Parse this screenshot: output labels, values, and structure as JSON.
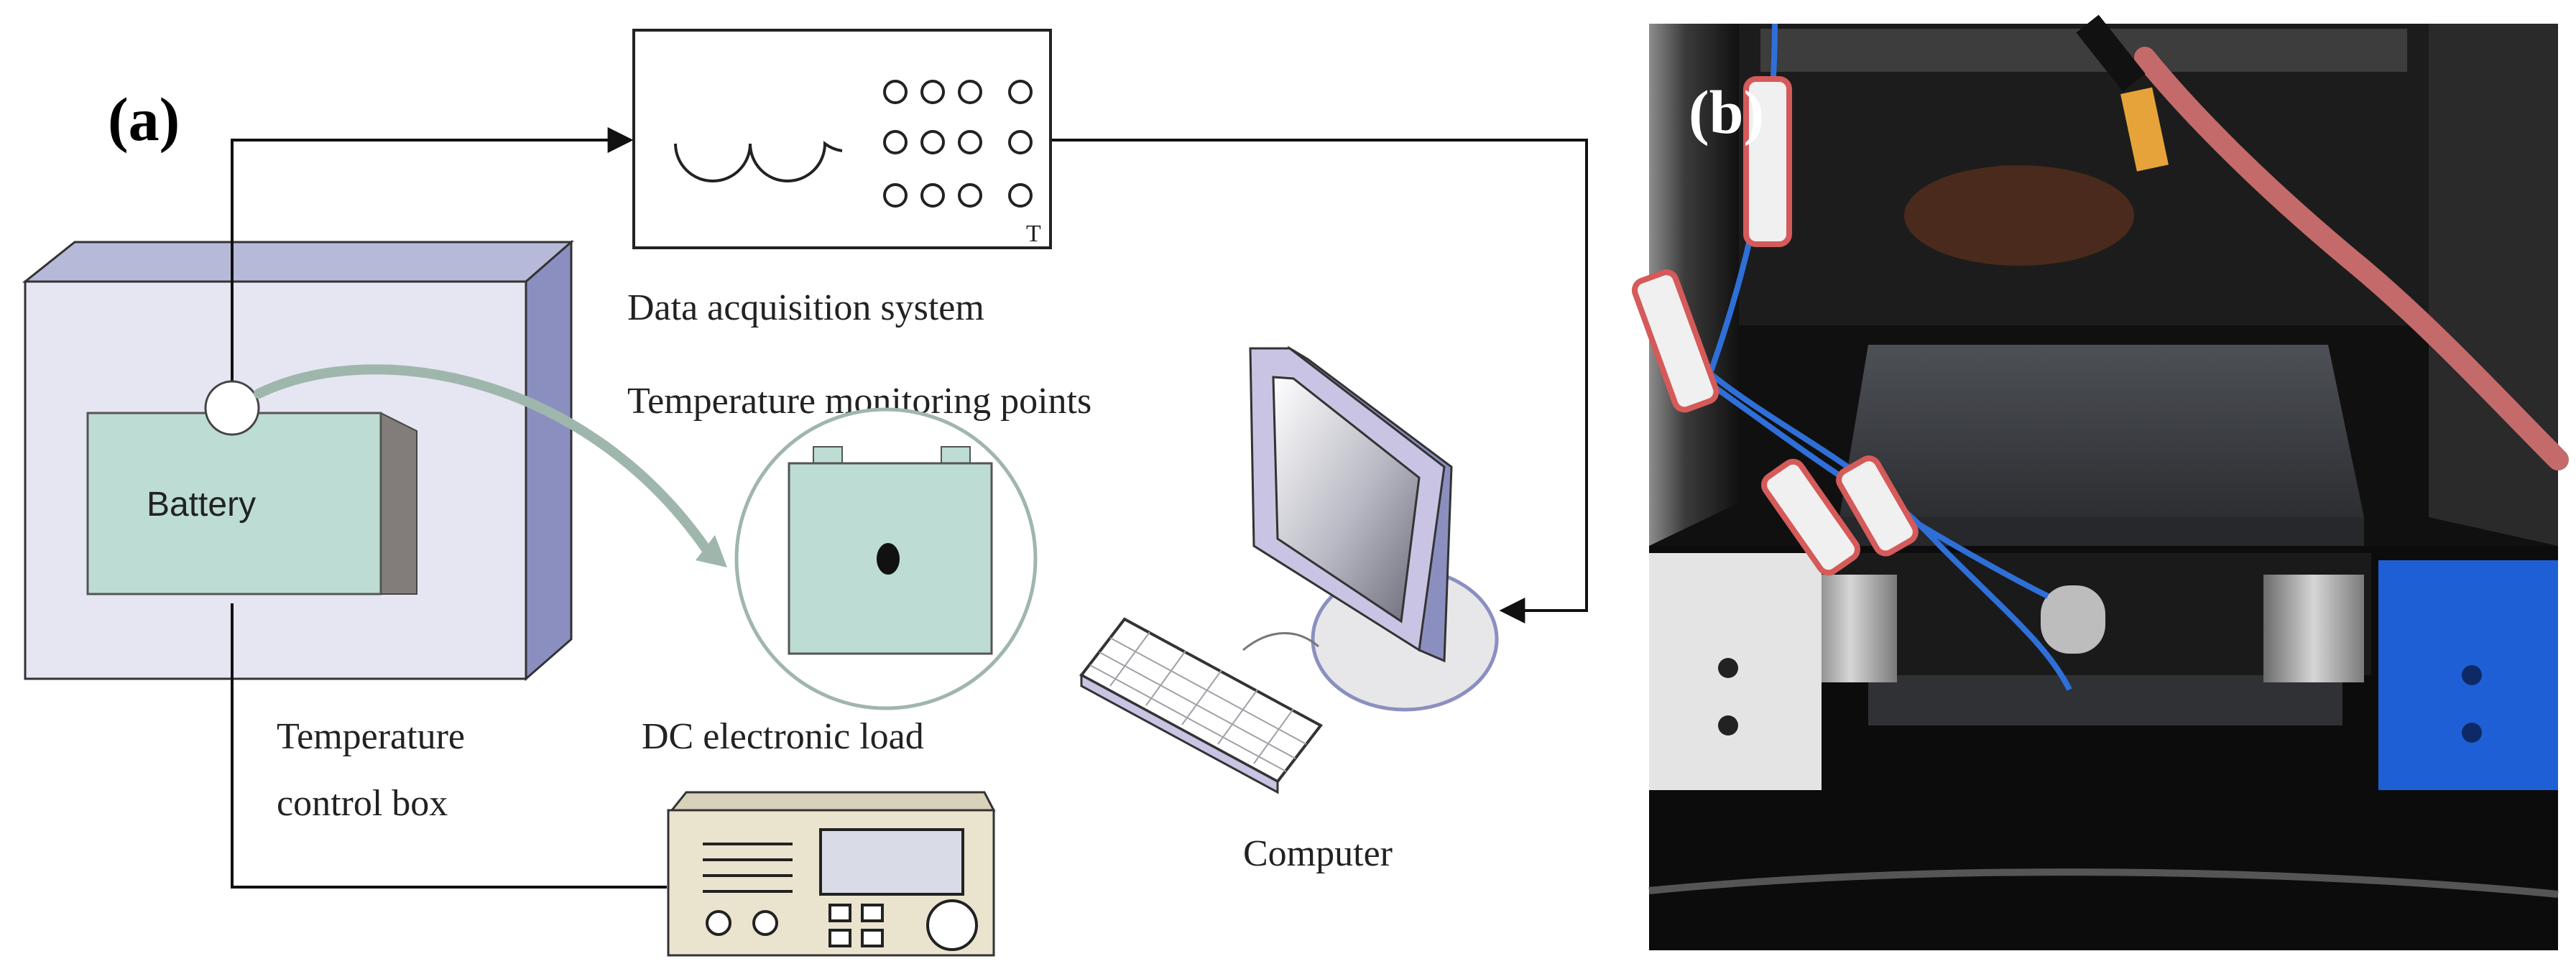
{
  "panel_a": {
    "label": "(a)",
    "battery_label": "Battery",
    "data_acquisition_label": "Data acquisition system",
    "data_acquisition_terminal": "T",
    "monitoring_points_label": "Temperature monitoring points",
    "control_box_label_line1": "Temperature",
    "control_box_label_line2": "control box",
    "dc_load_label": "DC electronic load",
    "computer_label": "Computer"
  },
  "panel_b": {
    "label": "(b)"
  },
  "colors": {
    "box_front": "#e6e6f2",
    "box_side": "#8b8fc0",
    "battery_fill": "#bddcd3",
    "monitor_frame": "#c9c4e3",
    "load_device": "#eae4cf",
    "photo_background": "#101010"
  }
}
